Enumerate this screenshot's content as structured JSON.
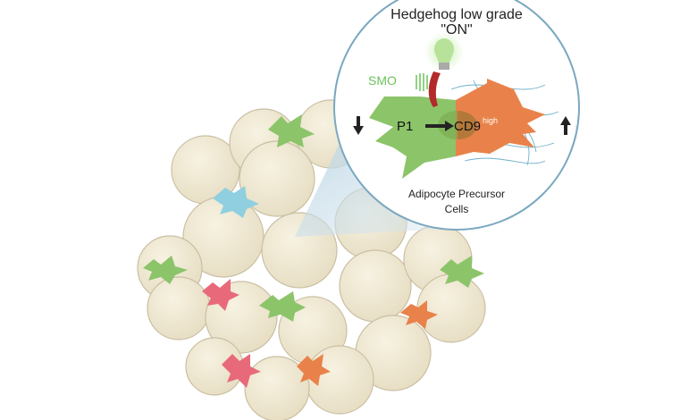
{
  "title_line1": "Hedgehog low grade",
  "title_line2": "\"ON\"",
  "smo_label": "SMO",
  "p1_label": "P1",
  "cd9_label": "CD9",
  "cd9_superscript": "high",
  "caption_line1": "Adipocyte Precursor",
  "caption_line2": "Cells",
  "colors": {
    "adipocyte": "#efe8d2",
    "p1_green": "#8cc46a",
    "cd9_orange": "#e8824a",
    "smo": "#6cc25a",
    "receptor": "#b22a2a",
    "pink": "#e8697a",
    "blue": "#8fcfe0",
    "circle_border": "#7aa8c0"
  }
}
